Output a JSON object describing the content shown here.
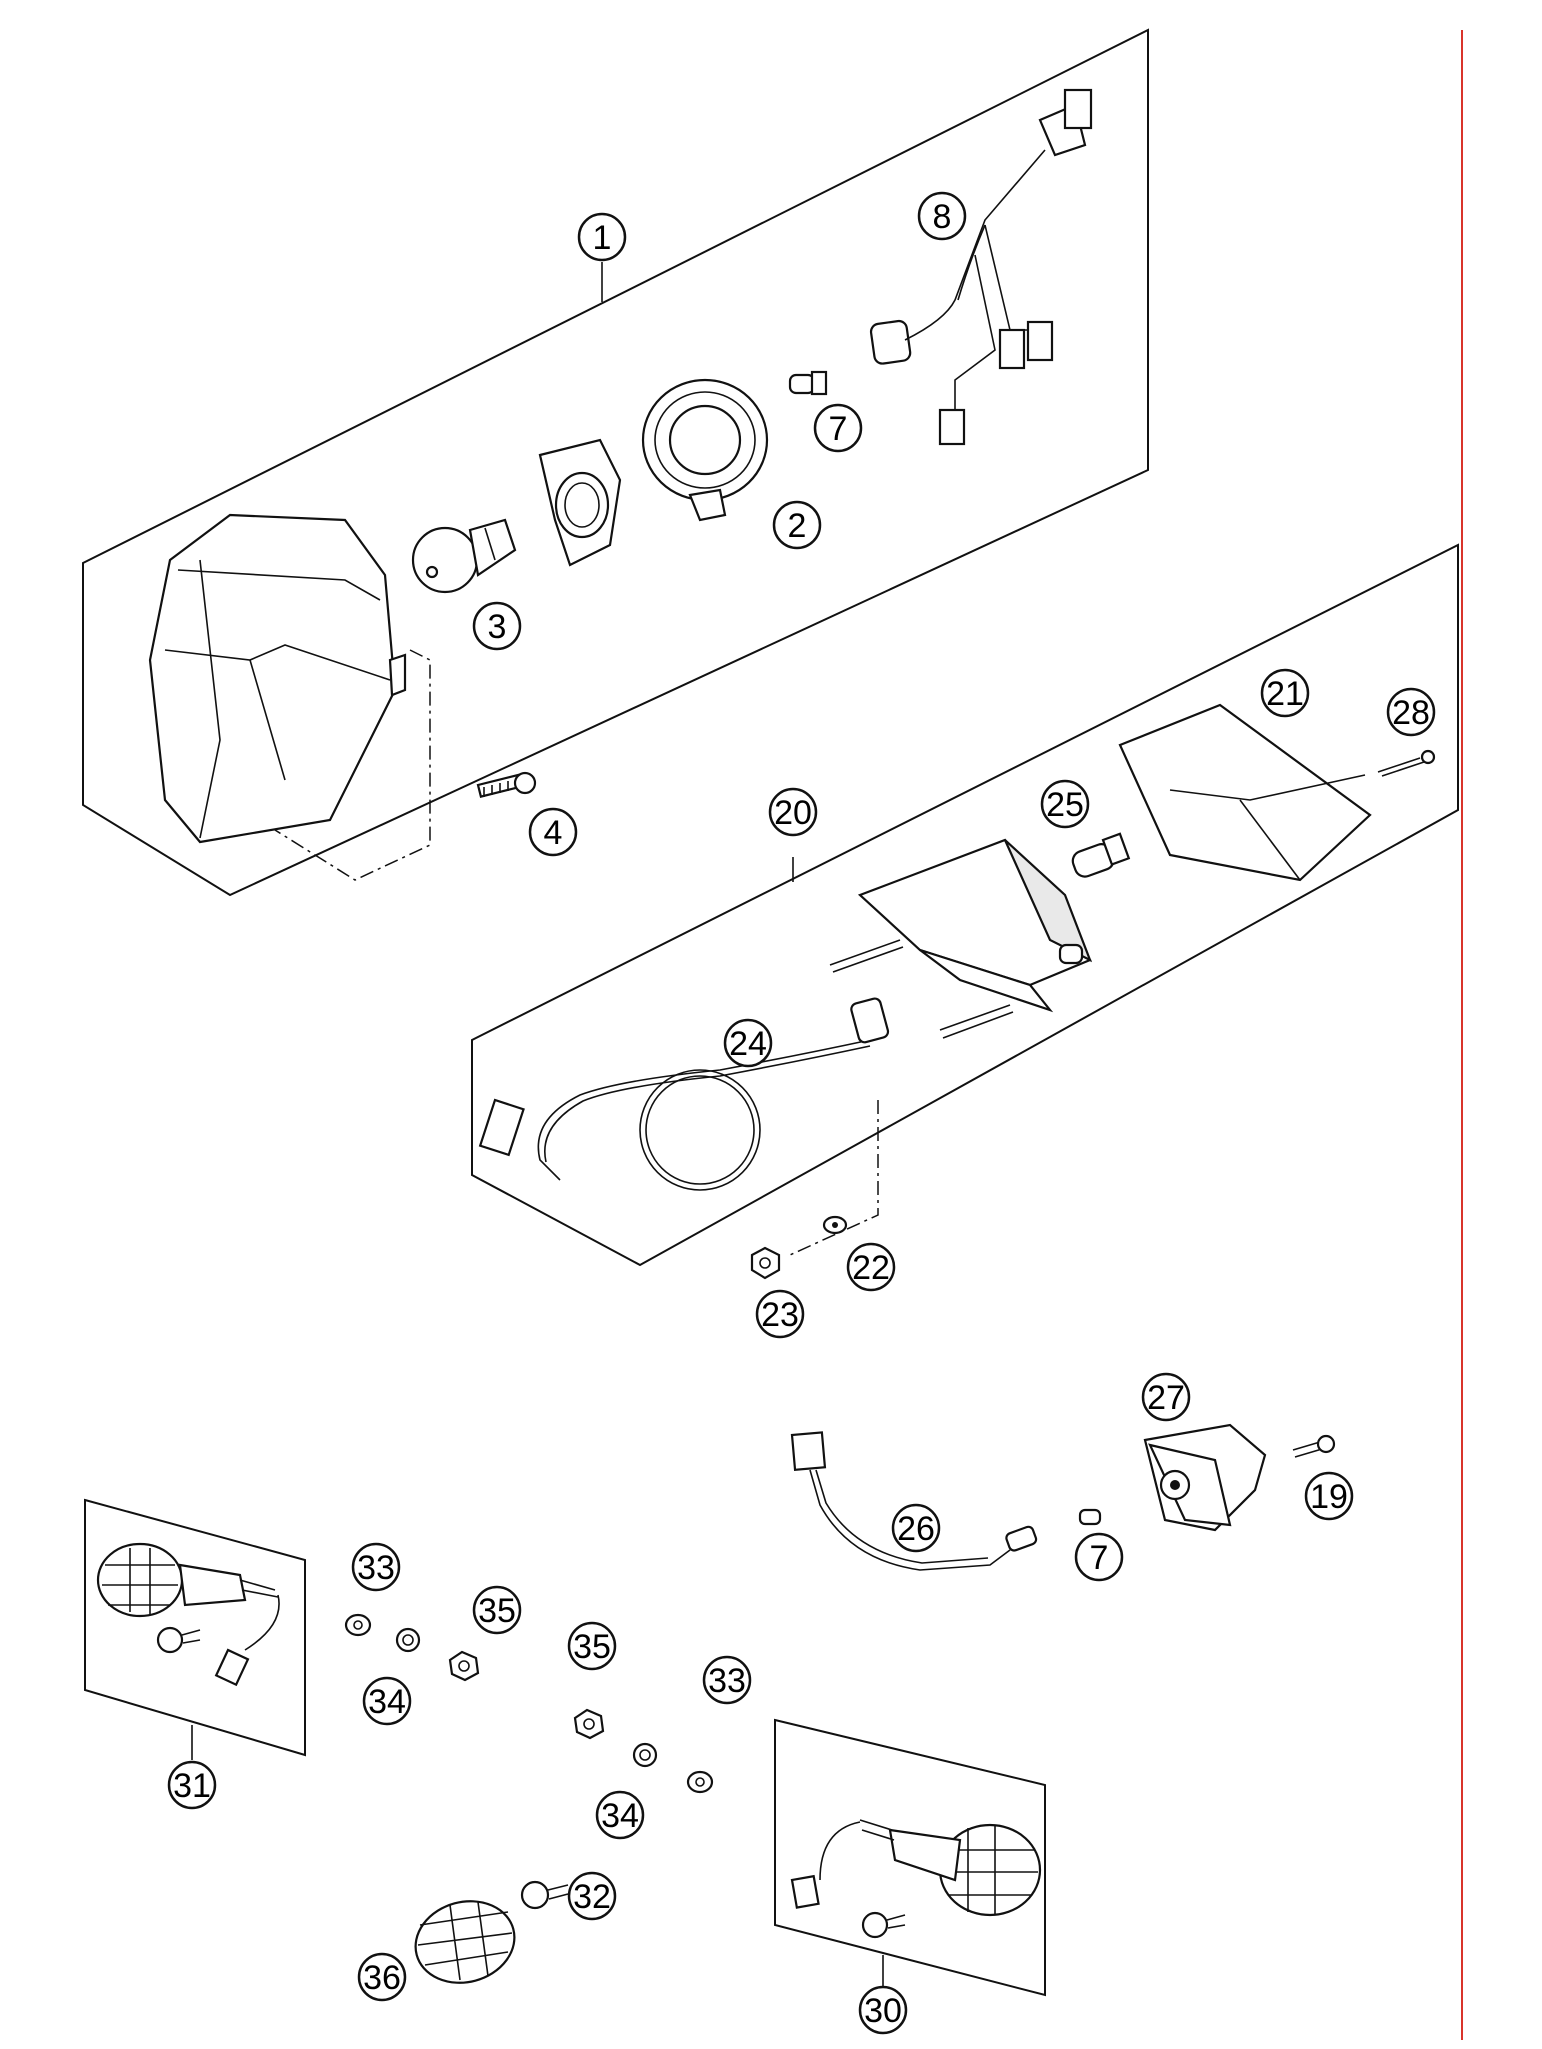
{
  "callouts": {
    "c1": "1",
    "c2": "2",
    "c3": "3",
    "c4": "4",
    "c7a": "7",
    "c8": "8",
    "c19": "19",
    "c20": "20",
    "c21": "21",
    "c22": "22",
    "c23": "23",
    "c24": "24",
    "c25": "25",
    "c26": "26",
    "c27": "27",
    "c7b": "7",
    "c28": "28",
    "c30": "30",
    "c31": "31",
    "c32": "32",
    "c33a": "33",
    "c33b": "33",
    "c34a": "34",
    "c34b": "34",
    "c35a": "35",
    "c35b": "35",
    "c36": "36"
  },
  "colors": {
    "ink": "#111111",
    "margin_line": "#d9342b",
    "background": "#ffffff"
  }
}
